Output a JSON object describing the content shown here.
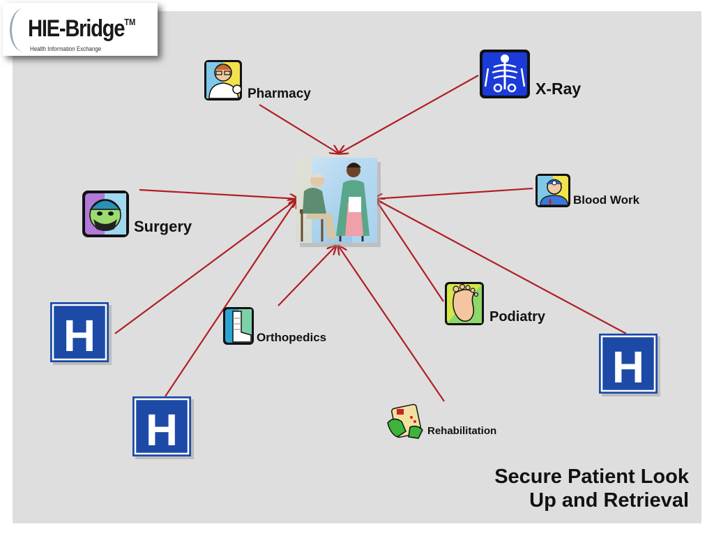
{
  "logo": {
    "title": "HIE-Bridge",
    "trademark": "TM",
    "subtitle": "Health Information Exchange"
  },
  "center": {
    "icon": "patient-care-clipart"
  },
  "nodes": [
    {
      "id": "pharmacy",
      "label": "Pharmacy",
      "icon": "pharmacist-clipart"
    },
    {
      "id": "xray",
      "label": "X-Ray",
      "icon": "xray-skeleton-clipart"
    },
    {
      "id": "surgery",
      "label": "Surgery",
      "icon": "surgeon-clipart"
    },
    {
      "id": "bloodwork",
      "label": "Blood Work",
      "icon": "blood-test-clipart"
    },
    {
      "id": "orthopedics",
      "label": "Orthopedics",
      "icon": "leg-cast-clipart"
    },
    {
      "id": "podiatry",
      "label": "Podiatry",
      "icon": "foot-clipart"
    },
    {
      "id": "rehabilitation",
      "label": "Rehabilitation",
      "icon": "rehab-hands-clipart"
    },
    {
      "id": "hospital-left",
      "label": "H",
      "icon": "hospital-sign"
    },
    {
      "id": "hospital-bottom",
      "label": "H",
      "icon": "hospital-sign"
    },
    {
      "id": "hospital-right",
      "label": "H",
      "icon": "hospital-sign"
    }
  ],
  "caption": {
    "line1": "Secure Patient Look",
    "line2": "Up and Retrieval"
  },
  "colors": {
    "arrow": "#b01e23",
    "hospital": "#1c4aa6",
    "background": "#dedede"
  }
}
